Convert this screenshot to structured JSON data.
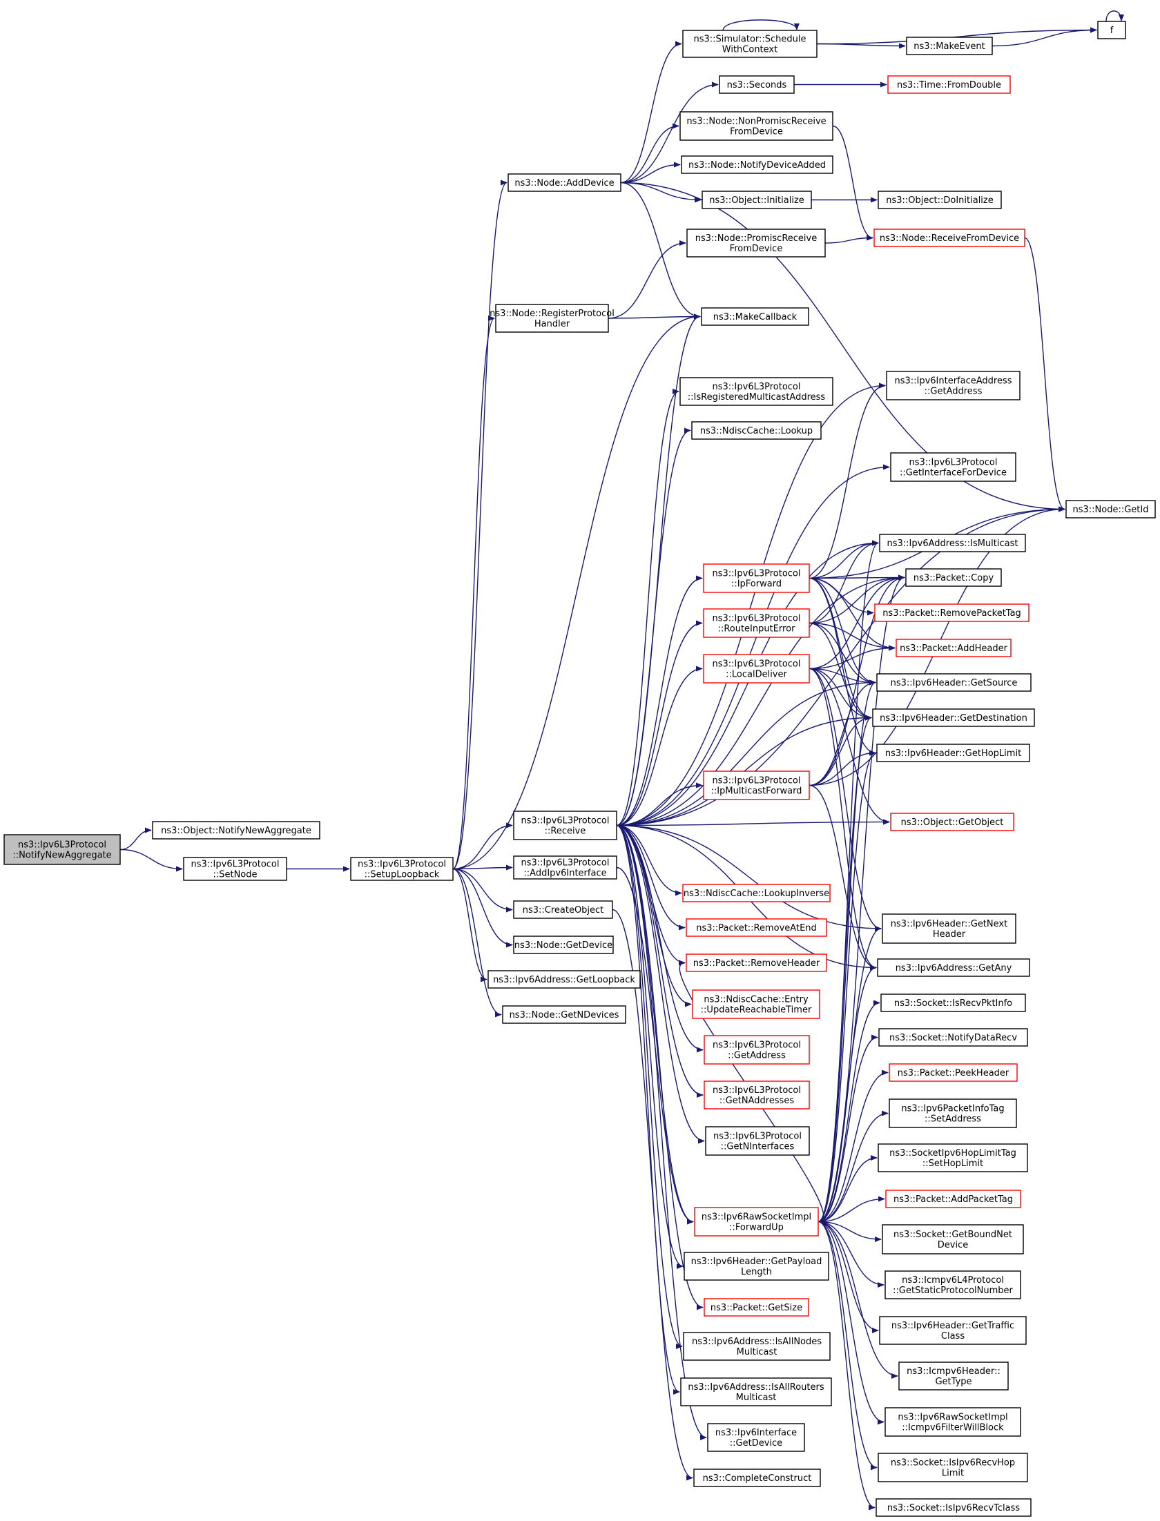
{
  "colors": {
    "edge": "#191970",
    "box_border": "#000000",
    "box_border_link": "#ff0000",
    "root_fill": "#bfbfbf",
    "box_fill": "#ffffff"
  },
  "graph": {
    "nodes": [
      {
        "id": "root",
        "lines": [
          "ns3::Ipv6L3Protocol",
          "::NotifyNewAggregate"
        ],
        "style": "root"
      },
      {
        "id": "obj_notify",
        "lines": [
          "ns3::Object::NotifyNewAggregate"
        ],
        "style": "normal"
      },
      {
        "id": "setnode",
        "lines": [
          "ns3::Ipv6L3Protocol",
          "::SetNode"
        ],
        "style": "normal"
      },
      {
        "id": "setuploop",
        "lines": [
          "ns3::Ipv6L3Protocol",
          "::SetupLoopback"
        ],
        "style": "normal"
      },
      {
        "id": "adddevice",
        "lines": [
          "ns3::Node::AddDevice"
        ],
        "style": "normal"
      },
      {
        "id": "regproto",
        "lines": [
          "ns3::Node::RegisterProtocol",
          "Handler"
        ],
        "style": "normal"
      },
      {
        "id": "receive",
        "lines": [
          "ns3::Ipv6L3Protocol",
          "::Receive"
        ],
        "style": "normal"
      },
      {
        "id": "addipv6if",
        "lines": [
          "ns3::Ipv6L3Protocol",
          "::AddIpv6Interface"
        ],
        "style": "normal"
      },
      {
        "id": "createobj",
        "lines": [
          "ns3::CreateObject"
        ],
        "style": "normal"
      },
      {
        "id": "getdevice",
        "lines": [
          "ns3::Node::GetDevice"
        ],
        "style": "normal"
      },
      {
        "id": "getloopback",
        "lines": [
          "ns3::Ipv6Address::GetLoopback"
        ],
        "style": "normal"
      },
      {
        "id": "getndevices",
        "lines": [
          "ns3::Node::GetNDevices"
        ],
        "style": "normal"
      },
      {
        "id": "schedctx",
        "lines": [
          "ns3::Simulator::Schedule",
          "WithContext"
        ],
        "style": "normal"
      },
      {
        "id": "seconds",
        "lines": [
          "ns3::Seconds"
        ],
        "style": "normal"
      },
      {
        "id": "nonpromisc",
        "lines": [
          "ns3::Node::NonPromiscReceive",
          "FromDevice"
        ],
        "style": "normal"
      },
      {
        "id": "notifydevadded",
        "lines": [
          "ns3::Node::NotifyDeviceAdded"
        ],
        "style": "normal"
      },
      {
        "id": "objinit",
        "lines": [
          "ns3::Object::Initialize"
        ],
        "style": "normal"
      },
      {
        "id": "promisc",
        "lines": [
          "ns3::Node::PromiscReceive",
          "FromDevice"
        ],
        "style": "normal"
      },
      {
        "id": "makecallback",
        "lines": [
          "ns3::MakeCallback"
        ],
        "style": "normal"
      },
      {
        "id": "isregmcast",
        "lines": [
          "ns3::Ipv6L3Protocol",
          "::IsRegisteredMulticastAddress"
        ],
        "style": "normal"
      },
      {
        "id": "ndisclookup",
        "lines": [
          "ns3::NdiscCache::Lookup"
        ],
        "style": "normal"
      },
      {
        "id": "ipforward",
        "lines": [
          "ns3::Ipv6L3Protocol",
          "::IpForward"
        ],
        "style": "link"
      },
      {
        "id": "routeinerr",
        "lines": [
          "ns3::Ipv6L3Protocol",
          "::RouteInputError"
        ],
        "style": "link"
      },
      {
        "id": "localdeliver",
        "lines": [
          "ns3::Ipv6L3Protocol",
          "::LocalDeliver"
        ],
        "style": "link"
      },
      {
        "id": "ipmcastfwd",
        "lines": [
          "ns3::Ipv6L3Protocol",
          "::IpMulticastForward"
        ],
        "style": "link"
      },
      {
        "id": "ndisclookupinv",
        "lines": [
          "ns3::NdiscCache::LookupInverse"
        ],
        "style": "link"
      },
      {
        "id": "removeatend",
        "lines": [
          "ns3::Packet::RemoveAtEnd"
        ],
        "style": "link"
      },
      {
        "id": "removeheader",
        "lines": [
          "ns3::Packet::RemoveHeader"
        ],
        "style": "link"
      },
      {
        "id": "updreach",
        "lines": [
          "ns3::NdiscCache::Entry",
          "::UpdateReachableTimer"
        ],
        "style": "link"
      },
      {
        "id": "getaddress",
        "lines": [
          "ns3::Ipv6L3Protocol",
          "::GetAddress"
        ],
        "style": "link"
      },
      {
        "id": "getnaddresses",
        "lines": [
          "ns3::Ipv6L3Protocol",
          "::GetNAddresses"
        ],
        "style": "link"
      },
      {
        "id": "getninterfaces",
        "lines": [
          "ns3::Ipv6L3Protocol",
          "::GetNInterfaces"
        ],
        "style": "normal"
      },
      {
        "id": "forwardup",
        "lines": [
          "ns3::Ipv6RawSocketImpl",
          "::ForwardUp"
        ],
        "style": "link"
      },
      {
        "id": "getpayloadlen",
        "lines": [
          "ns3::Ipv6Header::GetPayload",
          "Length"
        ],
        "style": "normal"
      },
      {
        "id": "getsize",
        "lines": [
          "ns3::Packet::GetSize"
        ],
        "style": "link"
      },
      {
        "id": "isallnodes",
        "lines": [
          "ns3::Ipv6Address::IsAllNodes",
          "Multicast"
        ],
        "style": "normal"
      },
      {
        "id": "isallrouters",
        "lines": [
          "ns3::Ipv6Address::IsAllRouters",
          "Multicast"
        ],
        "style": "normal"
      },
      {
        "id": "ifgetdevice",
        "lines": [
          "ns3::Ipv6Interface",
          "::GetDevice"
        ],
        "style": "normal"
      },
      {
        "id": "completeconstruct",
        "lines": [
          "ns3::CompleteConstruct"
        ],
        "style": "normal"
      },
      {
        "id": "makeevent",
        "lines": [
          "ns3::MakeEvent"
        ],
        "style": "normal"
      },
      {
        "id": "fromdouble",
        "lines": [
          "ns3::Time::FromDouble"
        ],
        "style": "link"
      },
      {
        "id": "objdoinit",
        "lines": [
          "ns3::Object::DoInitialize"
        ],
        "style": "normal"
      },
      {
        "id": "recvfromdev",
        "lines": [
          "ns3::Node::ReceiveFromDevice"
        ],
        "style": "link"
      },
      {
        "id": "ifaddrgetaddr",
        "lines": [
          "ns3::Ipv6InterfaceAddress",
          "::GetAddress"
        ],
        "style": "normal"
      },
      {
        "id": "getiffordev",
        "lines": [
          "ns3::Ipv6L3Protocol",
          "::GetInterfaceForDevice"
        ],
        "style": "normal"
      },
      {
        "id": "ismulticast",
        "lines": [
          "ns3::Ipv6Address::IsMulticast"
        ],
        "style": "normal"
      },
      {
        "id": "pktcopy",
        "lines": [
          "ns3::Packet::Copy"
        ],
        "style": "normal"
      },
      {
        "id": "removepkttag",
        "lines": [
          "ns3::Packet::RemovePacketTag"
        ],
        "style": "link"
      },
      {
        "id": "addheader",
        "lines": [
          "ns3::Packet::AddHeader"
        ],
        "style": "link"
      },
      {
        "id": "getsource",
        "lines": [
          "ns3::Ipv6Header::GetSource"
        ],
        "style": "normal"
      },
      {
        "id": "getdest",
        "lines": [
          "ns3::Ipv6Header::GetDestination"
        ],
        "style": "normal"
      },
      {
        "id": "gethoplimit",
        "lines": [
          "ns3::Ipv6Header::GetHopLimit"
        ],
        "style": "normal"
      },
      {
        "id": "getobject",
        "lines": [
          "ns3::Object::GetObject"
        ],
        "style": "link"
      },
      {
        "id": "getnext",
        "lines": [
          "ns3::Ipv6Header::GetNext",
          "Header"
        ],
        "style": "normal"
      },
      {
        "id": "getany",
        "lines": [
          "ns3::Ipv6Address::GetAny"
        ],
        "style": "normal"
      },
      {
        "id": "isrecvpktinfo",
        "lines": [
          "ns3::Socket::IsRecvPktInfo"
        ],
        "style": "normal"
      },
      {
        "id": "notifydatarecv",
        "lines": [
          "ns3::Socket::NotifyDataRecv"
        ],
        "style": "normal"
      },
      {
        "id": "peekheader",
        "lines": [
          "ns3::Packet::PeekHeader"
        ],
        "style": "link"
      },
      {
        "id": "pktinfosetaddr",
        "lines": [
          "ns3::Ipv6PacketInfoTag",
          "::SetAddress"
        ],
        "style": "normal"
      },
      {
        "id": "hoplimittag",
        "lines": [
          "ns3::SocketIpv6HopLimitTag",
          "::SetHopLimit"
        ],
        "style": "normal"
      },
      {
        "id": "addpkttag",
        "lines": [
          "ns3::Packet::AddPacketTag"
        ],
        "style": "link"
      },
      {
        "id": "getboundnet",
        "lines": [
          "ns3::Socket::GetBoundNet",
          "Device"
        ],
        "style": "normal"
      },
      {
        "id": "icmpstaticproto",
        "lines": [
          "ns3::Icmpv6L4Protocol",
          "::GetStaticProtocolNumber"
        ],
        "style": "normal"
      },
      {
        "id": "gettraffic",
        "lines": [
          "ns3::Ipv6Header::GetTraffic",
          "Class"
        ],
        "style": "normal"
      },
      {
        "id": "icmpgettype",
        "lines": [
          "ns3::Icmpv6Header::",
          "GetType"
        ],
        "style": "normal"
      },
      {
        "id": "icmpfilter",
        "lines": [
          "ns3::Ipv6RawSocketImpl",
          "::Icmpv6FilterWillBlock"
        ],
        "style": "normal"
      },
      {
        "id": "isrecvhop",
        "lines": [
          "ns3::Socket::IsIpv6RecvHop",
          "Limit"
        ],
        "style": "normal"
      },
      {
        "id": "isrecvtclass",
        "lines": [
          "ns3::Socket::IsIpv6RecvTclass"
        ],
        "style": "normal"
      },
      {
        "id": "f",
        "lines": [
          "f"
        ],
        "style": "normal"
      },
      {
        "id": "nodegetid",
        "lines": [
          "ns3::Node::GetId"
        ],
        "style": "normal"
      }
    ],
    "edges": [
      [
        "root",
        "obj_notify"
      ],
      [
        "root",
        "setnode"
      ],
      [
        "setnode",
        "setuploop"
      ],
      [
        "setuploop",
        "adddevice"
      ],
      [
        "setuploop",
        "regproto"
      ],
      [
        "setuploop",
        "receive"
      ],
      [
        "setuploop",
        "addipv6if"
      ],
      [
        "setuploop",
        "createobj"
      ],
      [
        "setuploop",
        "getdevice"
      ],
      [
        "setuploop",
        "getloopback"
      ],
      [
        "setuploop",
        "getndevices"
      ],
      [
        "setuploop",
        "makecallback"
      ],
      [
        "adddevice",
        "schedctx"
      ],
      [
        "adddevice",
        "seconds"
      ],
      [
        "adddevice",
        "nonpromisc"
      ],
      [
        "adddevice",
        "notifydevadded"
      ],
      [
        "adddevice",
        "objinit"
      ],
      [
        "adddevice",
        "makecallback"
      ],
      [
        "adddevice",
        "nodegetid"
      ],
      [
        "regproto",
        "promisc"
      ],
      [
        "regproto",
        "makecallback"
      ],
      [
        "schedctx",
        "schedctx"
      ],
      [
        "schedctx",
        "makeevent"
      ],
      [
        "schedctx",
        "f"
      ],
      [
        "makeevent",
        "f"
      ],
      [
        "f",
        "f"
      ],
      [
        "seconds",
        "fromdouble"
      ],
      [
        "objinit",
        "objdoinit"
      ],
      [
        "nonpromisc",
        "recvfromdev"
      ],
      [
        "promisc",
        "recvfromdev"
      ],
      [
        "recvfromdev",
        "nodegetid"
      ],
      [
        "receive",
        "makecallback"
      ],
      [
        "receive",
        "isregmcast"
      ],
      [
        "receive",
        "ndisclookup"
      ],
      [
        "receive",
        "ifaddrgetaddr"
      ],
      [
        "receive",
        "getiffordev"
      ],
      [
        "receive",
        "ismulticast"
      ],
      [
        "receive",
        "pktcopy"
      ],
      [
        "receive",
        "ipforward"
      ],
      [
        "receive",
        "routeinerr"
      ],
      [
        "receive",
        "localdeliver"
      ],
      [
        "receive",
        "getsource"
      ],
      [
        "receive",
        "getdest"
      ],
      [
        "receive",
        "ipmcastfwd"
      ],
      [
        "receive",
        "getobject"
      ],
      [
        "receive",
        "nodegetid"
      ],
      [
        "receive",
        "ndisclookupinv"
      ],
      [
        "receive",
        "removeatend"
      ],
      [
        "receive",
        "removeheader"
      ],
      [
        "receive",
        "updreach"
      ],
      [
        "receive",
        "getaddress"
      ],
      [
        "receive",
        "getnaddresses"
      ],
      [
        "receive",
        "getninterfaces"
      ],
      [
        "receive",
        "forwardup"
      ],
      [
        "receive",
        "getpayloadlen"
      ],
      [
        "receive",
        "getsize"
      ],
      [
        "receive",
        "isallnodes"
      ],
      [
        "receive",
        "isallrouters"
      ],
      [
        "receive",
        "ifgetdevice"
      ],
      [
        "receive",
        "getnext"
      ],
      [
        "receive",
        "getany"
      ],
      [
        "addipv6if",
        "forwardup"
      ],
      [
        "createobj",
        "completeconstruct"
      ],
      [
        "ipforward",
        "ifaddrgetaddr"
      ],
      [
        "ipforward",
        "nodegetid"
      ],
      [
        "ipforward",
        "ismulticast"
      ],
      [
        "ipforward",
        "pktcopy"
      ],
      [
        "ipforward",
        "removepkttag"
      ],
      [
        "ipforward",
        "addheader"
      ],
      [
        "ipforward",
        "getsource"
      ],
      [
        "ipforward",
        "getdest"
      ],
      [
        "ipforward",
        "gethoplimit"
      ],
      [
        "routeinerr",
        "pktcopy"
      ],
      [
        "routeinerr",
        "addheader"
      ],
      [
        "routeinerr",
        "getsource"
      ],
      [
        "routeinerr",
        "getdest"
      ],
      [
        "routeinerr",
        "ismulticast"
      ],
      [
        "localdeliver",
        "pktcopy"
      ],
      [
        "localdeliver",
        "addheader"
      ],
      [
        "localdeliver",
        "getsource"
      ],
      [
        "localdeliver",
        "getdest"
      ],
      [
        "localdeliver",
        "getobject"
      ],
      [
        "localdeliver",
        "getnext"
      ],
      [
        "localdeliver",
        "getany"
      ],
      [
        "ipmcastfwd",
        "nodegetid"
      ],
      [
        "ipmcastfwd",
        "getdest"
      ],
      [
        "ipmcastfwd",
        "gethoplimit"
      ],
      [
        "ipmcastfwd",
        "getsource"
      ],
      [
        "ipmcastfwd",
        "pktcopy"
      ],
      [
        "ipmcastfwd",
        "getany"
      ],
      [
        "forwardup",
        "ismulticast"
      ],
      [
        "forwardup",
        "pktcopy"
      ],
      [
        "forwardup",
        "getdest"
      ],
      [
        "forwardup",
        "getsource"
      ],
      [
        "forwardup",
        "gethoplimit"
      ],
      [
        "forwardup",
        "getnext"
      ],
      [
        "forwardup",
        "getany"
      ],
      [
        "forwardup",
        "isrecvpktinfo"
      ],
      [
        "forwardup",
        "notifydatarecv"
      ],
      [
        "forwardup",
        "peekheader"
      ],
      [
        "forwardup",
        "pktinfosetaddr"
      ],
      [
        "forwardup",
        "hoplimittag"
      ],
      [
        "forwardup",
        "addpkttag"
      ],
      [
        "forwardup",
        "getboundnet"
      ],
      [
        "forwardup",
        "icmpstaticproto"
      ],
      [
        "forwardup",
        "gettraffic"
      ],
      [
        "forwardup",
        "icmpgettype"
      ],
      [
        "forwardup",
        "icmpfilter"
      ],
      [
        "forwardup",
        "isrecvhop"
      ],
      [
        "forwardup",
        "isrecvtclass"
      ],
      [
        "forwardup",
        "removeheader"
      ]
    ]
  }
}
